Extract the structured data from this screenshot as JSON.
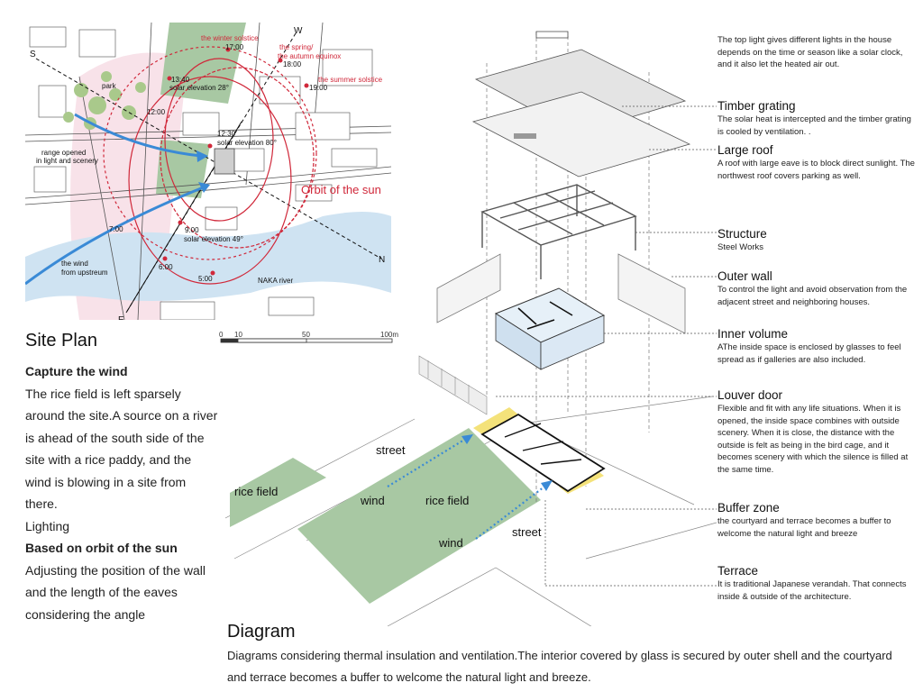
{
  "site_plan": {
    "title": "Site Plan",
    "heading1": "Capture the wind",
    "text1": "The rice field is left sparsely around the site.A source on a river is ahead of the south side of the site with a rice paddy, and the wind is blowing in a site from there.",
    "lighting_label": "Lighting",
    "heading2": "Based on orbit of the sun",
    "text2": "Adjusting the position of the wall and the length of the eaves considering the angle",
    "map_labels": {
      "winter": "the winter solstice",
      "spring": "the spring/",
      "autumn": "the autumn equinox",
      "summer": "the summer solstice",
      "t1700": "17:00",
      "t1800": "18:00",
      "t1900": "19:00",
      "t1340": "13:40",
      "elev28": "solar elevation 28°",
      "t1200": "12:00",
      "t1230": "12:30",
      "elev80": "solar elevation 80°",
      "t0700": "7:00",
      "t0900": "9:00",
      "elev49": "solar elevation 49°",
      "t0600": "6:00",
      "t0500": "5:00",
      "park": "park",
      "range1": "range opened",
      "range2": "in light and scenery",
      "orbit": "Orbit of the sun",
      "wind1": "the wind",
      "wind2": "from upstreum",
      "river": "NAKA river",
      "S": "S",
      "W": "W",
      "N": "N",
      "E": "E"
    },
    "scale": {
      "s0": "0",
      "s10": "10",
      "s50": "50",
      "s100": "100m"
    }
  },
  "diagram": {
    "title": "Diagram",
    "caption": "Diagrams considering thermal insulation and ventilation.The interior covered by glass is secured by outer shell and the courtyard and terrace becomes a buffer to welcome the natural light and breeze.",
    "labels": {
      "street1": "street",
      "street2": "street",
      "rice_field1": "rice field",
      "rice_field2": "rice field",
      "wind1": "wind",
      "wind2": "wind"
    }
  },
  "annotations": {
    "top_light": "The top light gives different lights in the house depends on the time or season like a solar clock, and it also let the heated air out.",
    "items": [
      {
        "title": "Timber grating",
        "desc": "The solar heat is intercepted and the timber grating is cooled by ventilation. ."
      },
      {
        "title": "Large roof",
        "desc": "A roof with large eave is to block direct sunlight. The northwest roof covers parking as well."
      },
      {
        "title": "Structure",
        "desc": "Steel Works"
      },
      {
        "title": "Outer wall",
        "desc": "To control the light and avoid observation from the adjacent street and neighboring houses."
      },
      {
        "title": "Inner volume",
        "desc": "AThe inside space is enclosed by glasses to feel spread as if galleries are also included."
      },
      {
        "title": "Louver door",
        "desc": "Flexible and fit with any life situations. When it is opened, the inside space combines with outside scenery. When it is close, the distance with the outside is felt as being in the bird cage, and it becomes scenery with which the silence is filled at the same time."
      },
      {
        "title": "Buffer zone",
        "desc": "the courtyard and terrace becomes a buffer to welcome the natural light and breeze"
      },
      {
        "title": "Terrace",
        "desc": "It is traditional Japanese verandah. That connects inside & outside of the architecture."
      }
    ]
  },
  "colors": {
    "orbit_red": "#d0283a",
    "wind_blue": "#3a8ad6",
    "river_blue": "#cfe3f2",
    "field_green": "#a8c8a3",
    "buffer_yellow": "#f4e27a"
  }
}
